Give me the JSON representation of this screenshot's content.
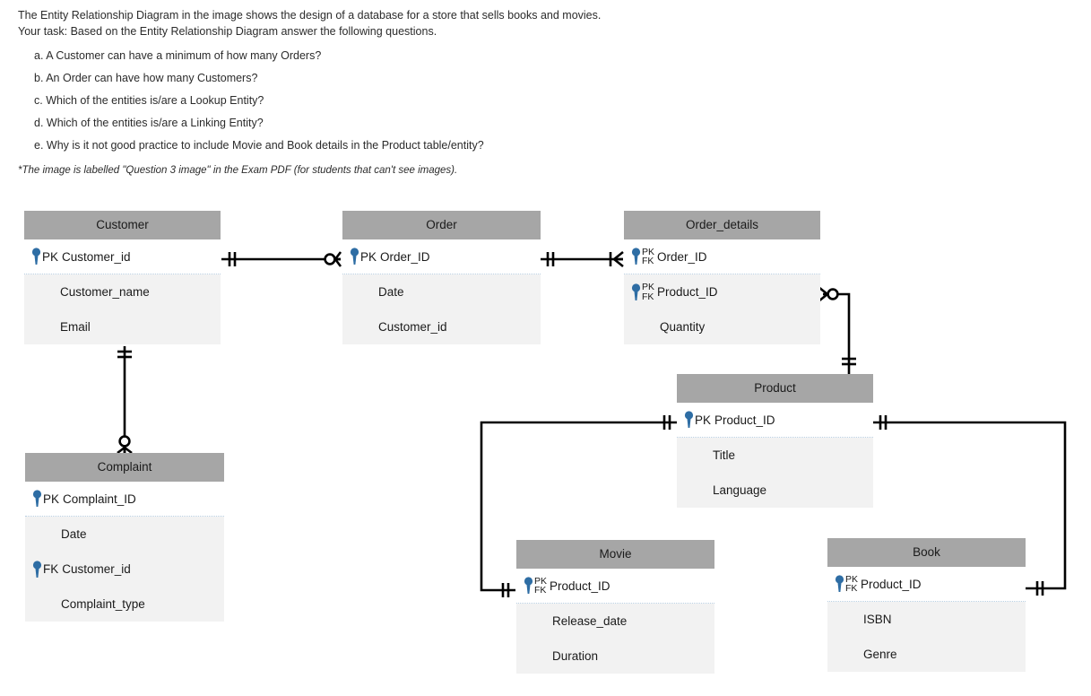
{
  "question": {
    "intro_line1": "The Entity Relationship Diagram in the image shows the design of a database for a store that sells books and movies.",
    "intro_line2": "Your task: Based on the Entity Relationship Diagram answer the following questions.",
    "items": [
      "a. A Customer can have a minimum of how many Orders?",
      "b. An Order can have how many Customers?",
      "c. Which of the entities is/are a Lookup Entity?",
      "d. Which of the entities is/are a Linking Entity?",
      "e. Why is it not good practice to include Movie and Book details in the Product table/entity?"
    ],
    "note": "*The image is labelled \"Question 3 image\" in the Exam PDF (for students that can't see images)."
  },
  "colors": {
    "header_fill": "#a6a6a6",
    "body_fill": "#f2f2f2",
    "pk_fill": "#ffffff",
    "key_blue": "#2e6da4",
    "connector": "#000000",
    "separator": "#b9cfe2",
    "text": "#1a1a1a"
  },
  "erd": {
    "entities": [
      {
        "id": "customer",
        "title": "Customer",
        "fields": [
          {
            "flag": "PK",
            "name": "Customer_id",
            "key": true
          },
          {
            "flag": "",
            "name": "Customer_name",
            "key": false
          },
          {
            "flag": "",
            "name": "Email",
            "key": false
          }
        ]
      },
      {
        "id": "order",
        "title": "Order",
        "fields": [
          {
            "flag": "PK",
            "name": "Order_ID",
            "key": true
          },
          {
            "flag": "",
            "name": "Date",
            "key": false
          },
          {
            "flag": "",
            "name": "Customer_id",
            "key": false
          }
        ]
      },
      {
        "id": "order_details",
        "title": "Order_details",
        "fields": [
          {
            "flag": "PKFK",
            "name": "Order_ID",
            "key": true
          },
          {
            "flag": "PKFK",
            "name": "Product_ID",
            "key": true
          },
          {
            "flag": "",
            "name": "Quantity",
            "key": false
          }
        ]
      },
      {
        "id": "complaint",
        "title": "Complaint",
        "fields": [
          {
            "flag": "PK",
            "name": "Complaint_ID",
            "key": true
          },
          {
            "flag": "",
            "name": "Date",
            "key": false
          },
          {
            "flag": "FK",
            "name": "Customer_id",
            "key": true
          },
          {
            "flag": "",
            "name": "Complaint_type",
            "key": false
          }
        ]
      },
      {
        "id": "product",
        "title": "Product",
        "fields": [
          {
            "flag": "PK",
            "name": "Product_ID",
            "key": true
          },
          {
            "flag": "",
            "name": "Title",
            "key": false
          },
          {
            "flag": "",
            "name": "Language",
            "key": false
          }
        ]
      },
      {
        "id": "movie",
        "title": "Movie",
        "fields": [
          {
            "flag": "PKFK",
            "name": "Product_ID",
            "key": true
          },
          {
            "flag": "",
            "name": "Release_date",
            "key": false
          },
          {
            "flag": "",
            "name": "Duration",
            "key": false
          }
        ]
      },
      {
        "id": "book",
        "title": "Book",
        "fields": [
          {
            "flag": "PKFK",
            "name": "Product_ID",
            "key": true
          },
          {
            "flag": "",
            "name": "ISBN",
            "key": false
          },
          {
            "flag": "",
            "name": "Genre",
            "key": false
          }
        ]
      }
    ],
    "relationships": [
      {
        "from": "customer",
        "to": "order",
        "from_cardinality": "one-and-only-one",
        "to_cardinality": "zero-or-many"
      },
      {
        "from": "order",
        "to": "order_details",
        "from_cardinality": "one-and-only-one",
        "to_cardinality": "one-or-many"
      },
      {
        "from": "order_details",
        "to": "product",
        "from_cardinality": "zero-or-many",
        "to_cardinality": "one-and-only-one"
      },
      {
        "from": "customer",
        "to": "complaint",
        "from_cardinality": "one-and-only-one",
        "to_cardinality": "zero-or-many"
      },
      {
        "from": "product",
        "to": "movie",
        "from_cardinality": "one-and-only-one",
        "to_cardinality": "one-and-only-one"
      },
      {
        "from": "product",
        "to": "book",
        "from_cardinality": "one-and-only-one",
        "to_cardinality": "one-and-only-one"
      }
    ]
  }
}
